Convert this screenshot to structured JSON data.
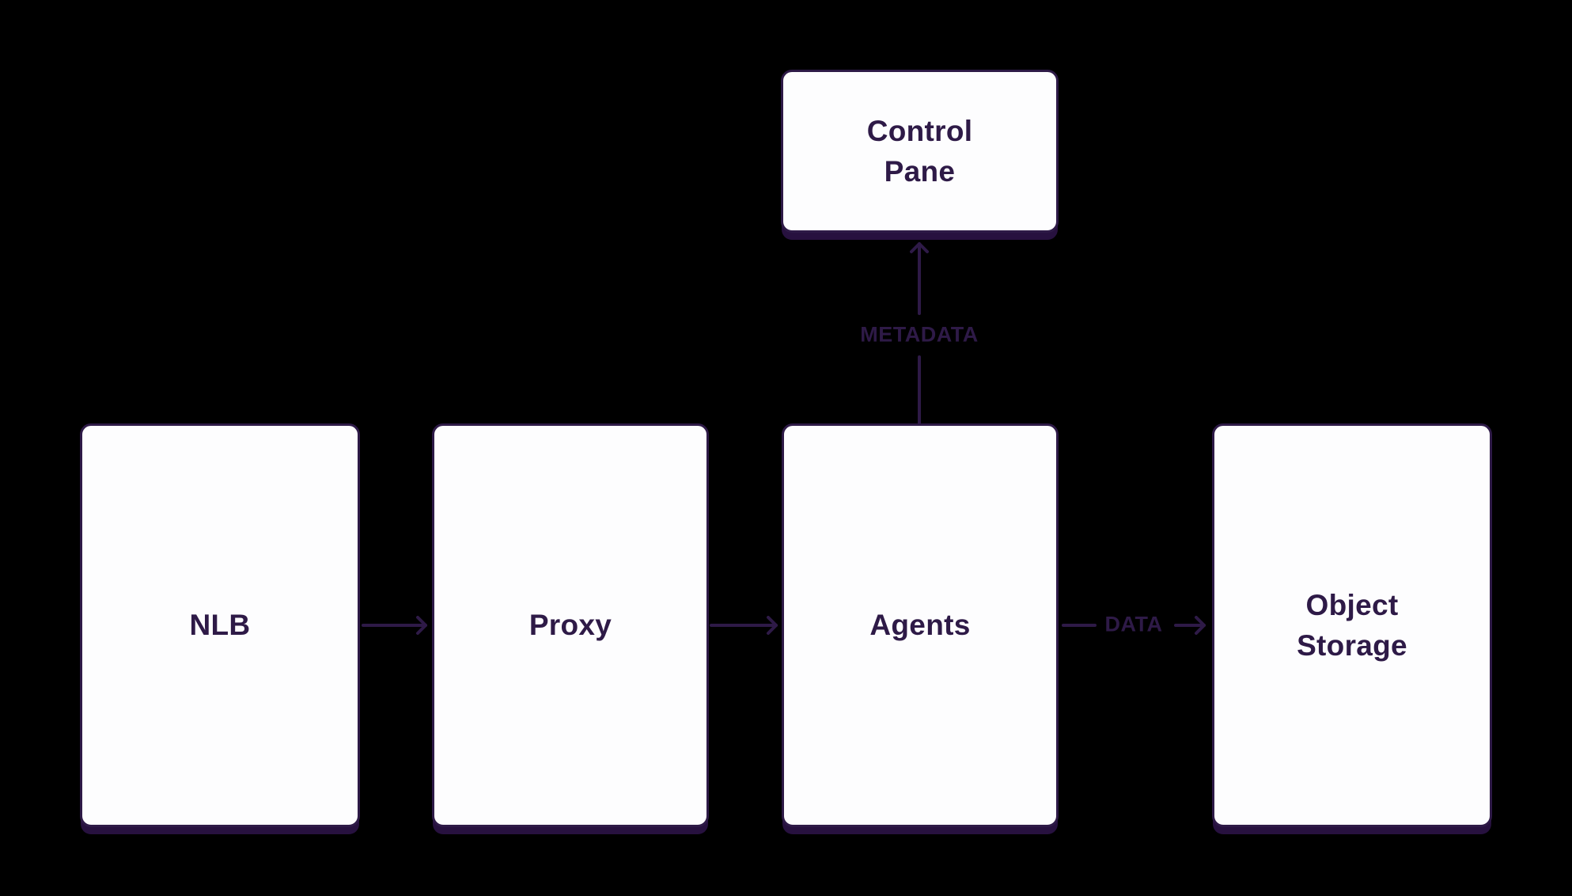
{
  "palette": {
    "background": "#000000",
    "node_fill": "#fdfdfe",
    "accent": "#2e1a47",
    "shadow": "#27113f"
  },
  "nodes": {
    "nlb": {
      "lines": [
        "NLB"
      ]
    },
    "proxy": {
      "lines": [
        "Proxy"
      ]
    },
    "agents": {
      "lines": [
        "Agents"
      ]
    },
    "object_storage": {
      "lines": [
        "Object",
        "Storage"
      ]
    },
    "control_pane": {
      "lines": [
        "Control",
        "Pane"
      ]
    }
  },
  "edges": {
    "nlb_to_proxy": {
      "label": ""
    },
    "proxy_to_agents": {
      "label": ""
    },
    "agents_to_object_storage": {
      "label": "DATA"
    },
    "agents_to_control_pane": {
      "label": "METADATA"
    }
  }
}
